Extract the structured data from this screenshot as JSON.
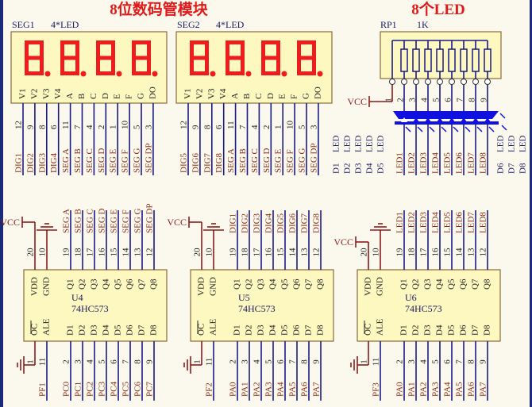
{
  "titles": {
    "display_module": "8位数码管模块",
    "led_module": "8个LED"
  },
  "colors": {
    "wire": "#1a1a86",
    "net": "#8b2a10",
    "box": "#fdf7c0",
    "box_border": "#8a6a3a",
    "segment": "#ee1c1c",
    "led": "#1010e0",
    "power": "#8b1a1a"
  },
  "displays": [
    {
      "ref": "SEG1",
      "value": "4*LED",
      "pins": [
        "V1",
        "V2",
        "V3",
        "V4",
        "A",
        "B",
        "C",
        "D",
        "E",
        "F",
        "G",
        "DO"
      ],
      "pin_numbers": [
        "12",
        "9",
        "8",
        "6",
        "11",
        "7",
        "4",
        "2",
        "1",
        "10",
        "5",
        "3"
      ],
      "nets": [
        "DIG1",
        "DIG2",
        "DIG3",
        "DIG4",
        "SEG A",
        "SEG B",
        "SEG C",
        "SEG D",
        "SEG E",
        "SEG F",
        "SEG G",
        "SEG DP"
      ]
    },
    {
      "ref": "SEG2",
      "value": "4*LED",
      "pins": [
        "V1",
        "V2",
        "V3",
        "V4",
        "A",
        "B",
        "C",
        "D",
        "E",
        "F",
        "G",
        "DO"
      ],
      "pin_numbers": [
        "12",
        "9",
        "8",
        "6",
        "11",
        "7",
        "4",
        "2",
        "1",
        "10",
        "5",
        "3"
      ],
      "nets": [
        "DIG5",
        "DIG6",
        "DIG7",
        "DIG8",
        "SEG A",
        "SEG B",
        "SEG C",
        "SEG D",
        "SEG E",
        "SEG F",
        "SEG G",
        "SEG DP"
      ]
    }
  ],
  "resistor_network": {
    "ref": "RP1",
    "value": "1K",
    "pin_numbers": [
      "1",
      "2",
      "3",
      "4",
      "5",
      "6",
      "7",
      "8",
      "9"
    ],
    "vcc": "VCC"
  },
  "leds": {
    "nets": [
      "LED1",
      "LED2",
      "LED3",
      "LED4",
      "LED5",
      "LED6",
      "LED7",
      "LED8"
    ],
    "left_refs": [
      "D1",
      "D2",
      "D3",
      "D4",
      "D5"
    ],
    "right_refs": [
      "D6",
      "D7",
      "D8"
    ],
    "type": "LED"
  },
  "chips": [
    {
      "ref": "U4",
      "part": "74HC573",
      "vcc": "VCC",
      "top_pins": [
        "VDD",
        "GND",
        "Q1",
        "Q2",
        "Q3",
        "Q4",
        "Q5",
        "Q6",
        "Q7",
        "Q8"
      ],
      "top_numbers": [
        "20",
        "10",
        "19",
        "18",
        "17",
        "16",
        "15",
        "14",
        "13",
        "12"
      ],
      "top_nets": [
        "SEG A",
        "SEG B",
        "SEG C",
        "SEG D",
        "SEG E",
        "SEG F",
        "SEG G",
        "SEG DP"
      ],
      "bottom_pins": [
        "OC",
        "ALE",
        "D1",
        "D2",
        "D3",
        "D4",
        "D5",
        "D6",
        "D7",
        "D8"
      ],
      "bottom_numbers": [
        "1",
        "11",
        "2",
        "3",
        "4",
        "5",
        "6",
        "7",
        "8",
        "9"
      ],
      "bottom_nets": [
        "PF1",
        "PC0",
        "PC1",
        "PC2",
        "PC3",
        "PC4",
        "PC5",
        "PC6",
        "PC7"
      ]
    },
    {
      "ref": "U5",
      "part": "74HC573",
      "vcc": "VCC",
      "top_pins": [
        "VDD",
        "GND",
        "Q1",
        "Q2",
        "Q3",
        "Q4",
        "Q5",
        "Q6",
        "Q7",
        "Q8"
      ],
      "top_numbers": [
        "20",
        "10",
        "19",
        "18",
        "17",
        "16",
        "15",
        "14",
        "13",
        "12"
      ],
      "top_nets": [
        "DIG1",
        "DIG2",
        "DIG3",
        "DIG4",
        "DIG5",
        "DIG6",
        "DIG7",
        "DIG8"
      ],
      "bottom_pins": [
        "OC",
        "ALE",
        "D1",
        "D2",
        "D3",
        "D4",
        "D5",
        "D6",
        "D7",
        "D8"
      ],
      "bottom_numbers": [
        "1",
        "11",
        "2",
        "3",
        "4",
        "5",
        "6",
        "7",
        "8",
        "9"
      ],
      "bottom_nets": [
        "PF2",
        "PA0",
        "PA1",
        "PA2",
        "PA3",
        "PA4",
        "PA5",
        "PA6",
        "PA7"
      ]
    },
    {
      "ref": "U6",
      "part": "74HC573",
      "vcc": "VCC",
      "top_pins": [
        "VDD",
        "GND",
        "Q1",
        "Q2",
        "Q3",
        "Q4",
        "Q5",
        "Q6",
        "Q7",
        "Q8"
      ],
      "top_numbers": [
        "20",
        "10",
        "19",
        "18",
        "17",
        "16",
        "15",
        "14",
        "13",
        "12"
      ],
      "top_nets": [
        "LED1",
        "LED2",
        "LED3",
        "LED4",
        "LED5",
        "LED6",
        "LED7",
        "LED8"
      ],
      "bottom_pins": [
        "OC",
        "ALE",
        "D1",
        "D2",
        "D3",
        "D4",
        "D5",
        "D6",
        "D7",
        "D8"
      ],
      "bottom_numbers": [
        "1",
        "11",
        "2",
        "3",
        "4",
        "5",
        "6",
        "7",
        "8",
        "9"
      ],
      "bottom_nets": [
        "PF3",
        "PA0",
        "PA1",
        "PA2",
        "PA3",
        "PA4",
        "PA5",
        "PA6",
        "PA7"
      ]
    }
  ]
}
